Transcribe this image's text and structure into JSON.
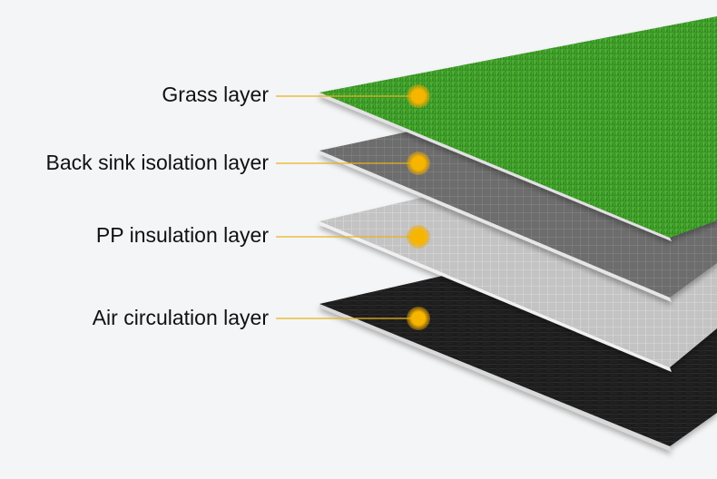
{
  "layers": [
    {
      "id": "grass",
      "label": "Grass layer"
    },
    {
      "id": "back-sink",
      "label": "Back sink isolation layer"
    },
    {
      "id": "pp",
      "label": "PP insulation layer"
    },
    {
      "id": "air",
      "label": "Air circulation layer"
    }
  ],
  "colors": {
    "background": "#f4f5f6",
    "leader_line": "#e9b21a",
    "marker": "#f5b800",
    "grass": "#3f9a2a",
    "back_sink_mesh": "#6a6a6a",
    "pp_mesh": "#b9b9b9",
    "air_fabric": "#1b1b1b"
  }
}
